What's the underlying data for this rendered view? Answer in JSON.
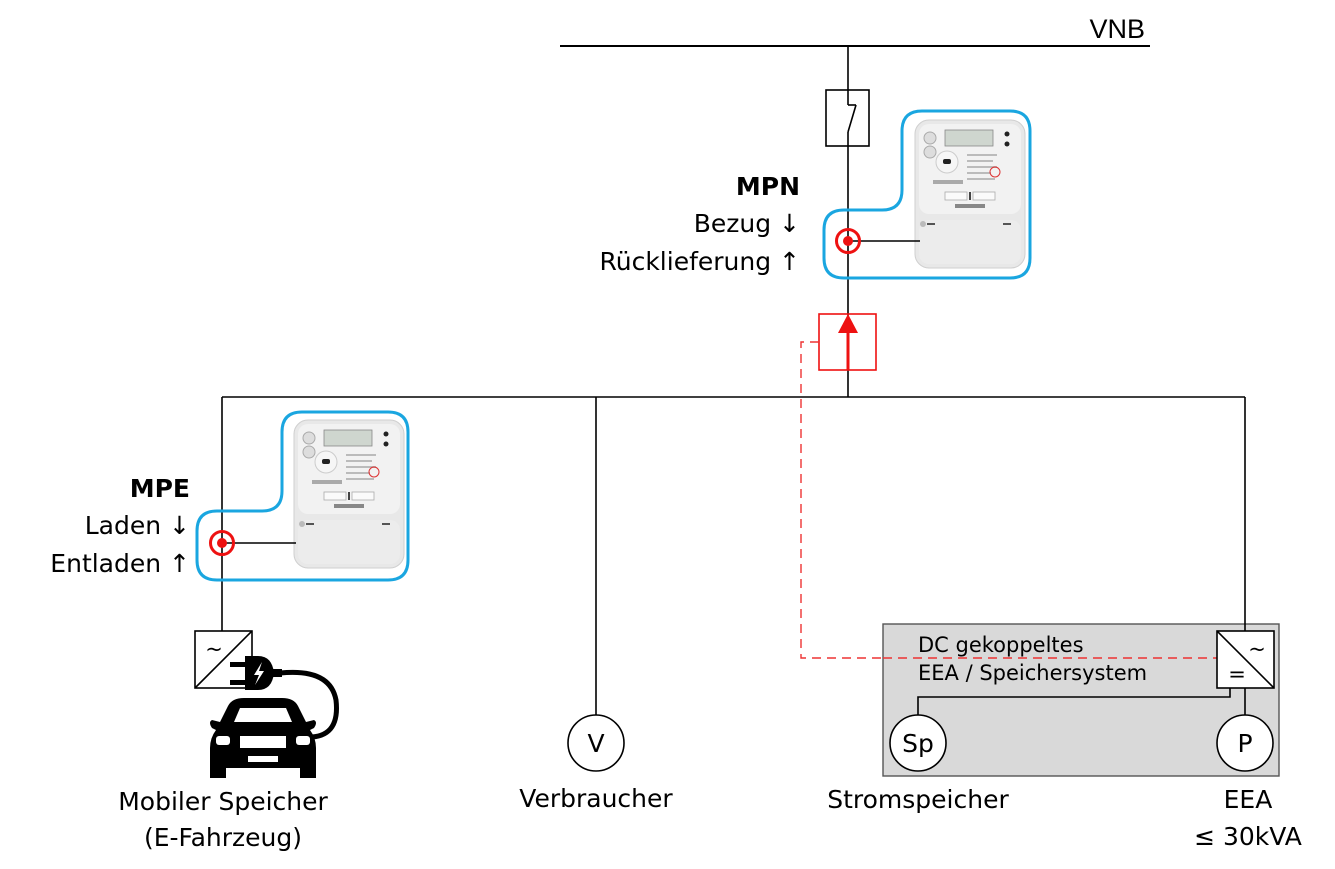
{
  "grid": {
    "label": "VNB"
  },
  "mpn": {
    "title": "MPN",
    "line1": "Bezug ↓",
    "line2": "Rücklieferung ↑"
  },
  "mpe": {
    "title": "MPE",
    "line1": "Laden ↓",
    "line2": "Entladen ↑"
  },
  "consumers": {
    "ev": {
      "line1": "Mobiler Speicher",
      "line2": "(E-Fahrzeug)",
      "inverter_symbol": "~"
    },
    "load": {
      "symbol": "V",
      "label": "Verbraucher"
    },
    "storage": {
      "symbol": "Sp",
      "label": "Stromspeicher"
    },
    "generator": {
      "symbol": "P",
      "line1": "EEA",
      "line2": "≤ 30kVA"
    }
  },
  "dc_system": {
    "line1": "DC gekoppeltes",
    "line2": "EEA / Speichersystem",
    "inverter_ac": "~",
    "inverter_dc": "="
  },
  "colors": {
    "meter_outline": "#1aa6e0",
    "measure_point": "#ee1111",
    "direction_sensor": "#ee1111",
    "dc_box_fill": "#d9d9d9"
  }
}
